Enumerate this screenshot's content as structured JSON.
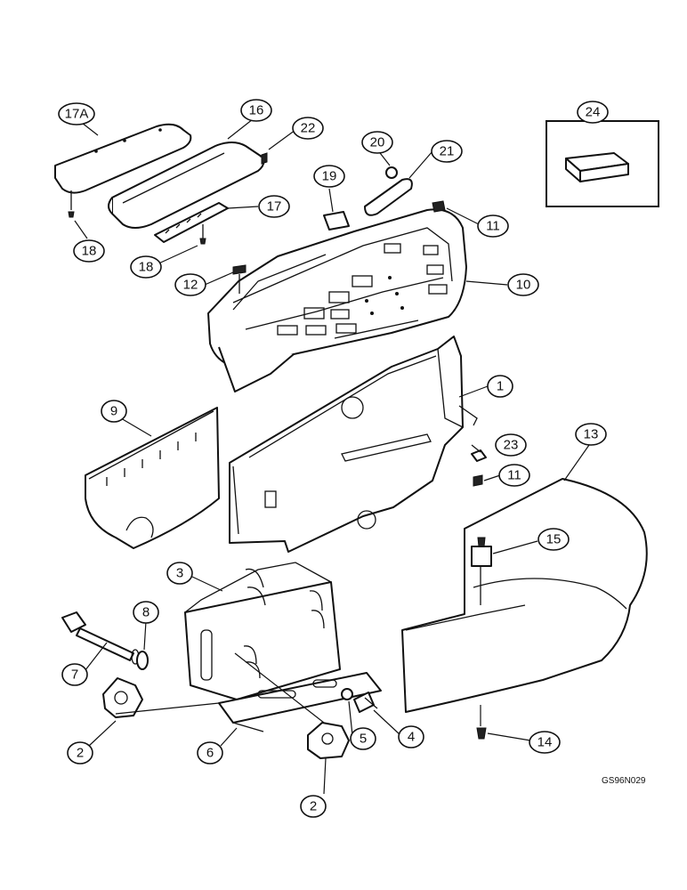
{
  "diagram": {
    "callouts": [
      "17A",
      "16",
      "22",
      "20",
      "21",
      "24",
      "19",
      "17",
      "11",
      "18",
      "18",
      "12",
      "10",
      "1",
      "9",
      "23",
      "11",
      "13",
      "15",
      "3",
      "8",
      "7",
      "2",
      "5",
      "4",
      "6",
      "14",
      "2"
    ],
    "reference_code": "GS96N029"
  }
}
